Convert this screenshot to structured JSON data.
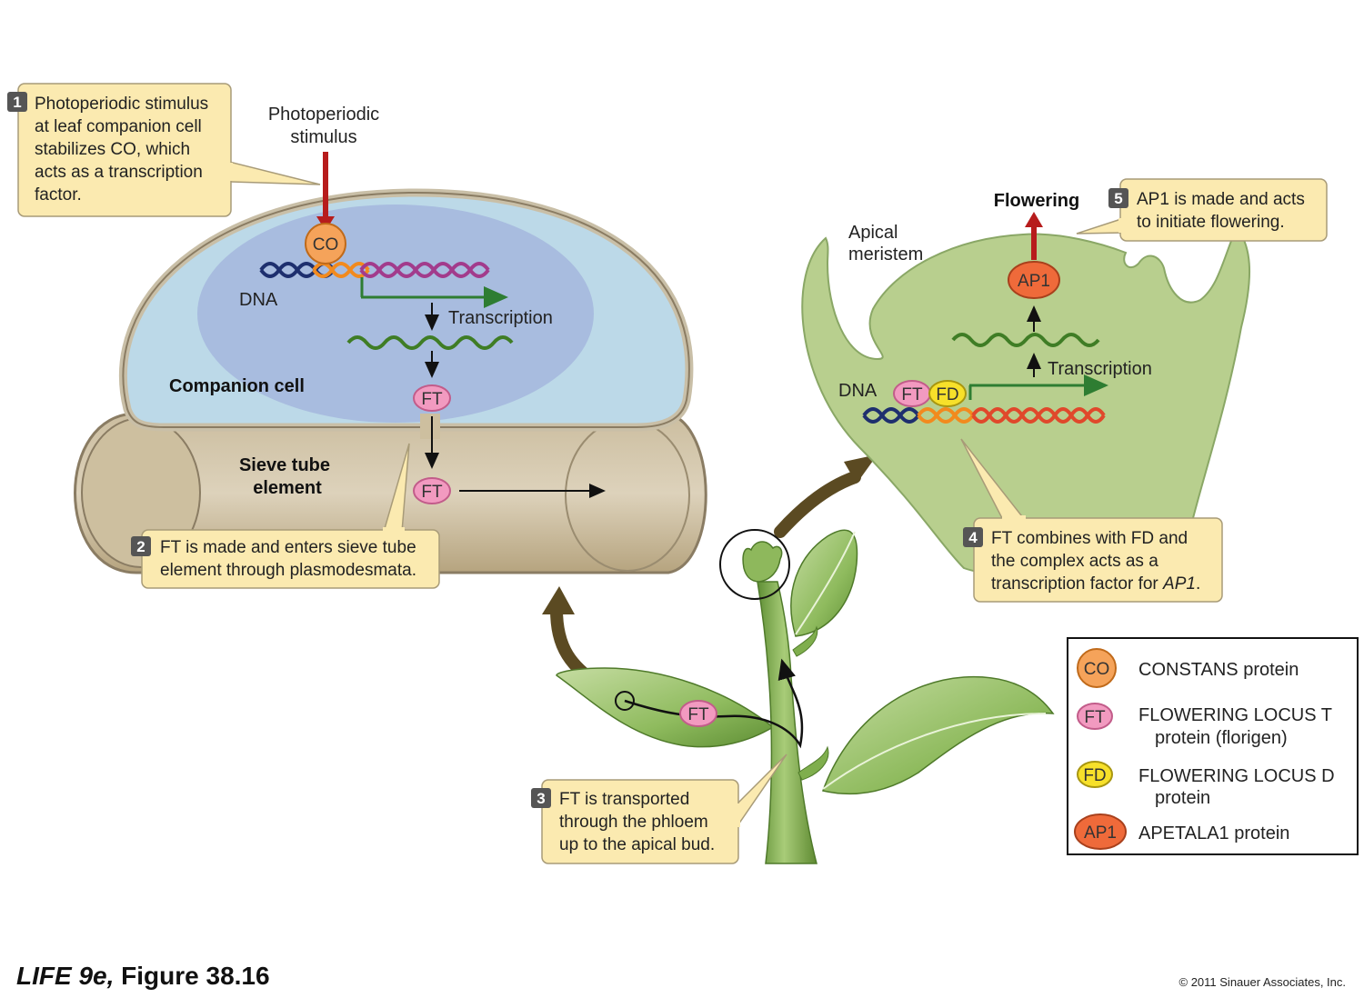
{
  "callouts": {
    "step1": {
      "num": "1",
      "lines": [
        "Photoperiodic stimulus",
        "at leaf companion cell",
        "stabilizes CO, which",
        "acts as a transcription",
        "factor."
      ]
    },
    "step2": {
      "num": "2",
      "lines": [
        "FT is made and enters sieve tube",
        "element through plasmodesmata."
      ]
    },
    "step3": {
      "num": "3",
      "lines": [
        "FT is transported",
        "through the phloem",
        "up to the apical bud."
      ]
    },
    "step4": {
      "num": "4",
      "lines": [
        "FT combines with FD and",
        "the complex acts as a",
        "transcription factor for "
      ],
      "italic": "AP1",
      "tail": "."
    },
    "step5": {
      "num": "5",
      "lines": [
        "AP1 is made and acts",
        "to initiate flowering."
      ]
    }
  },
  "labels": {
    "photoperiodic_stimulus": [
      "Photoperiodic",
      "stimulus"
    ],
    "dna_left": "DNA",
    "transcription_left": "Transcription",
    "companion_cell": "Companion cell",
    "sieve_tube": [
      "Sieve tube",
      "element"
    ],
    "flowering": "Flowering",
    "apical_meristem": [
      "Apical",
      "meristem"
    ],
    "dna_right": "DNA",
    "transcription_right": "Transcription"
  },
  "proteins": {
    "co": "CO",
    "ft": "FT",
    "fd": "FD",
    "ap1": "AP1"
  },
  "legend": [
    {
      "symbol": "CO",
      "color": "#f5a35a",
      "lines": [
        "CONSTANS protein"
      ]
    },
    {
      "symbol": "FT",
      "color": "#f29ac0",
      "lines": [
        "FLOWERING LOCUS T",
        "protein (florigen)"
      ]
    },
    {
      "symbol": "FD",
      "color": "#f7e02a",
      "lines": [
        "FLOWERING LOCUS D",
        "protein"
      ]
    },
    {
      "symbol": "AP1",
      "color": "#ef6a3a",
      "lines": [
        "APETALA1 protein"
      ]
    }
  ],
  "footer": {
    "book": "LIFE 9e,",
    "figure": " Figure 38.16",
    "copyright": "© 2011 Sinauer Associates, Inc."
  }
}
